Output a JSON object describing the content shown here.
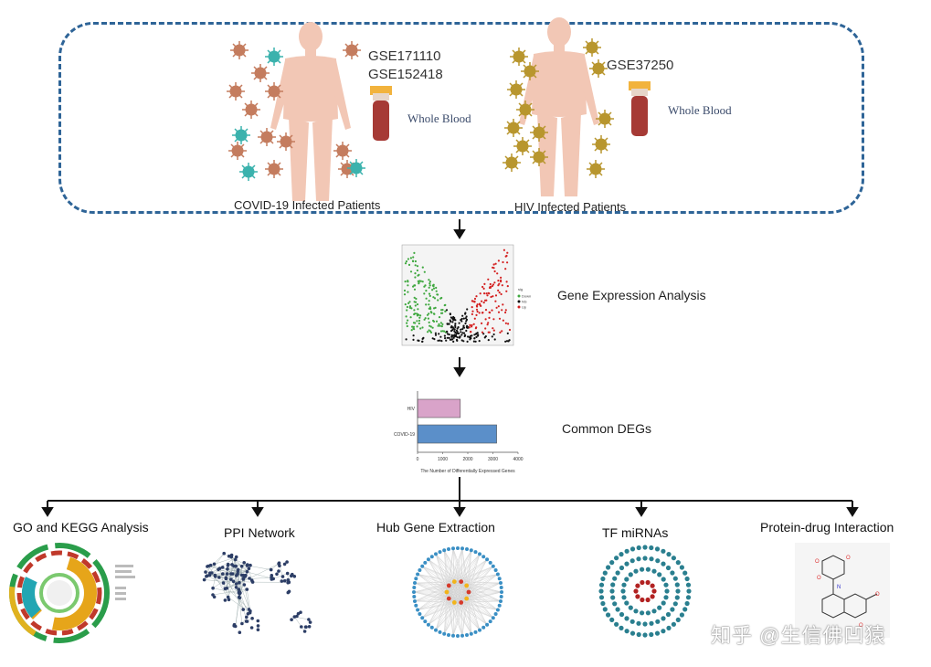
{
  "cohorts": {
    "covid": {
      "datasets": [
        "GSE171110",
        "GSE152418"
      ],
      "sample": "Whole Blood",
      "caption": "COVID-19 Infected Patients"
    },
    "hiv": {
      "datasets": [
        "GSE37250"
      ],
      "sample": "Whole Blood",
      "caption": "HIV Infected Patients"
    }
  },
  "steps": {
    "expression": {
      "label": "Gene Expression Analysis"
    },
    "common": {
      "label": "Common DEGs"
    }
  },
  "bar_chart": {
    "type": "bar",
    "orientation": "horizontal",
    "categories": [
      "HIV",
      "COVID-19"
    ],
    "values": [
      1700,
      3150
    ],
    "colors": [
      "#d9a3c9",
      "#5b8fc9"
    ],
    "xlabel": "The Number of Differentially Expressed Genes",
    "xticks": [
      "0",
      "1000",
      "2000",
      "3000",
      "4000"
    ],
    "xlim": [
      0,
      4000
    ]
  },
  "volcano": {
    "colors": {
      "down": "#3fa83f",
      "ns": "#111111",
      "up": "#d42020"
    },
    "legend_title": "sig",
    "legend": [
      "Down",
      "NS",
      "Up"
    ]
  },
  "analyses": [
    {
      "label": "GO and KEGG Analysis"
    },
    {
      "label": "PPI Network"
    },
    {
      "label": "Hub Gene Extraction"
    },
    {
      "label": "TF miRNAs"
    },
    {
      "label": "Protein-drug Interaction"
    }
  ],
  "watermark": "知乎 @生信佛凹猿",
  "colors": {
    "frame": "#2e6497",
    "body": "#f2c7b5",
    "virus": "#c47c5e",
    "virus_teal": "#3bb2ad",
    "hiv_virus": "#b8962e"
  }
}
